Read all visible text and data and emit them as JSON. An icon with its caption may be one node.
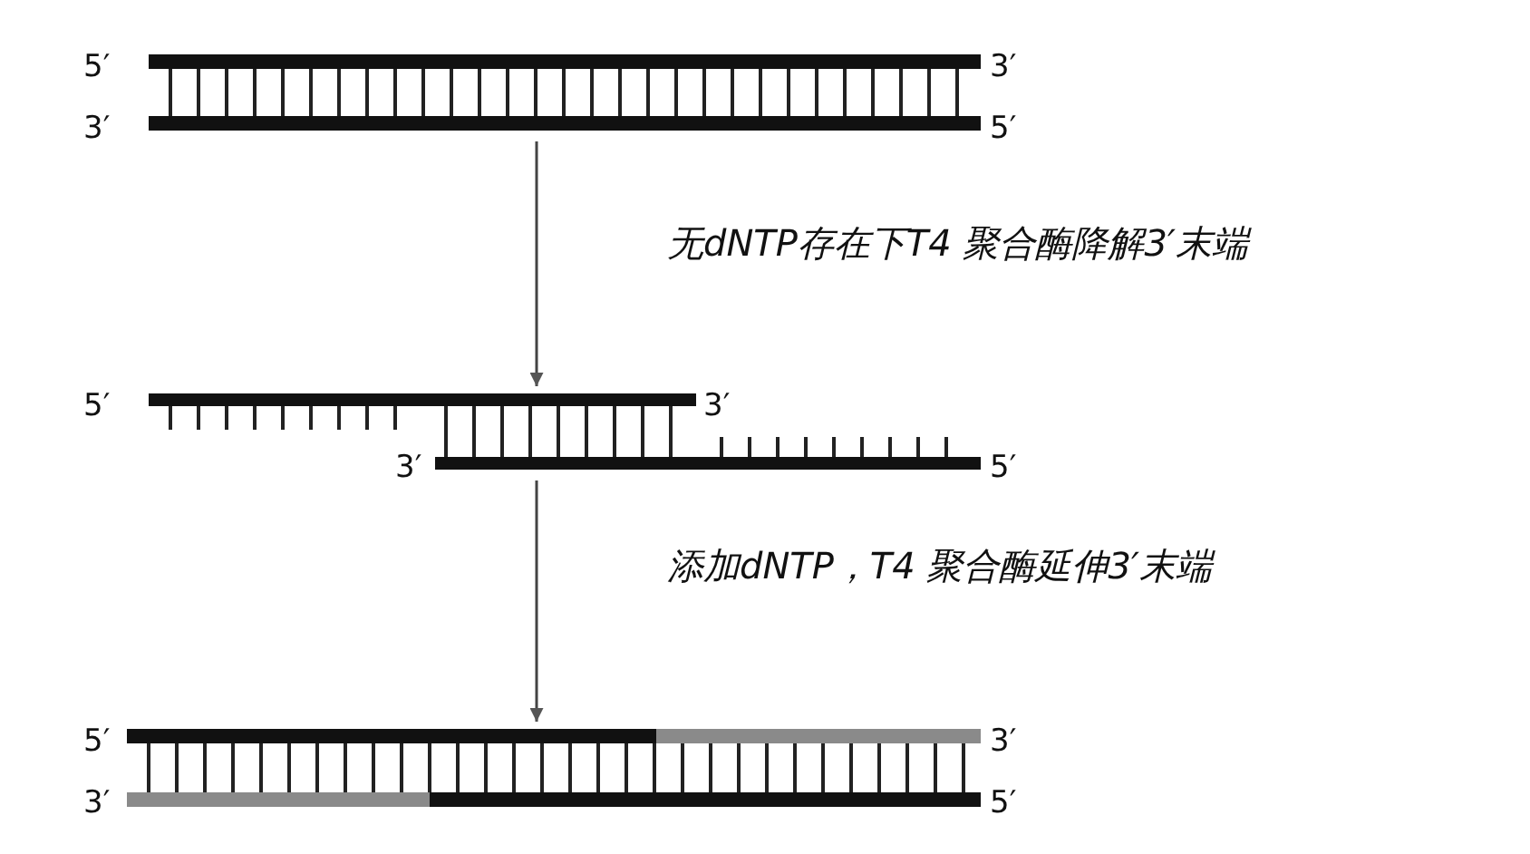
{
  "diagram": {
    "nodes": [
      {
        "text": [],
        "shape": "ladder"
      },
      {
        "text": [],
        "shape": "ladder"
      },
      {
        "text": [],
        "shape": "ladder"
      }
    ],
    "labels": [
      "5′",
      "3′",
      "3′",
      "5′",
      "5′",
      "3′",
      "3′",
      "5′",
      "5′",
      "3′",
      "3′",
      "5′"
    ],
    "edges": [
      {
        "from": 0,
        "to": 1,
        "arrow": "to",
        "label": "无dNTP存在下T4 聚合酶降解3′末端"
      },
      {
        "from": 1,
        "to": 2,
        "arrow": "to",
        "label": "添加dNTP，T4 聚合酶延伸3′末端"
      }
    ]
  }
}
